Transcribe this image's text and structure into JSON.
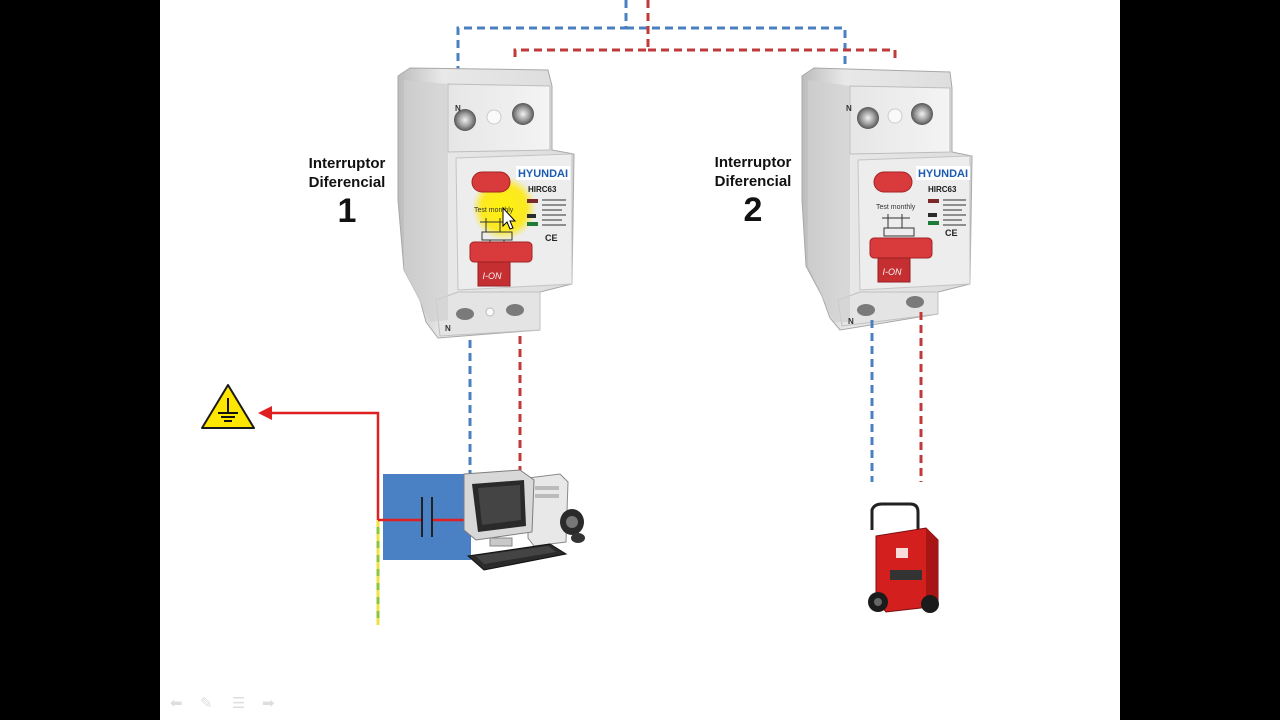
{
  "breaker1": {
    "title_line1": "Interruptor",
    "title_line2": "Diferencial",
    "number": "1",
    "brand": "HYUNDAI",
    "model": "HIRC63",
    "test_label": "Test monthly",
    "handle_label": "I-ON",
    "terminal_label": "N",
    "cert_mark": "CE"
  },
  "breaker2": {
    "title_line1": "Interruptor",
    "title_line2": "Diferencial",
    "number": "2",
    "brand": "HYUNDAI",
    "model": "HIRC63",
    "test_label": "Test monthly",
    "handle_label": "I-ON",
    "terminal_label": "N",
    "cert_mark": "CE"
  },
  "colors": {
    "neutral_wire": "#4a7fc0",
    "phase_wire": "#c0393b",
    "earth_arrow": "#e02020",
    "earth_wire_green": "#8cc63f",
    "earth_wire_yellow": "#f0e040",
    "warning_yellow": "#ffe600",
    "capacitor_box": "#4a80c4",
    "breaker_red": "#d93a3c",
    "brand_blue": "#1b5bb0",
    "slide_bg": "#ffffff",
    "letterbox": "#000000"
  },
  "icons": [
    "ground-warning-icon",
    "computer-icon",
    "welder-icon",
    "capacitor-icon",
    "mouse-cursor-icon"
  ]
}
